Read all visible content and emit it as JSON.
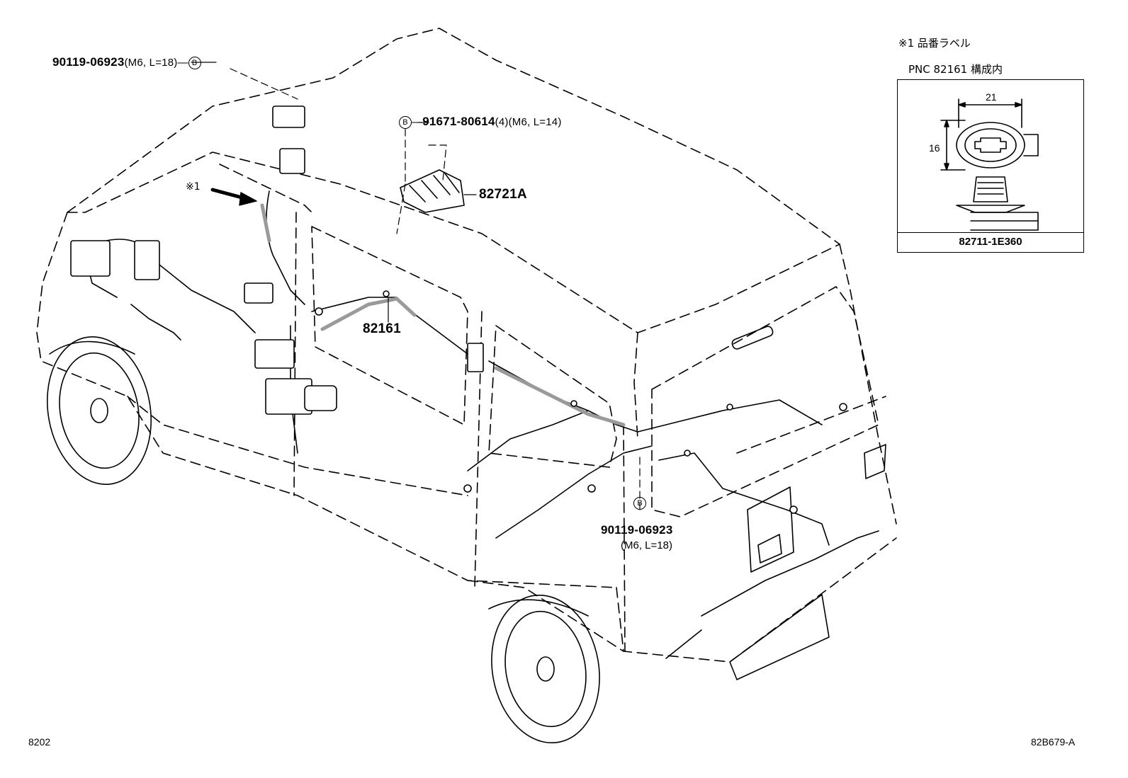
{
  "callouts": {
    "bolt_front": {
      "part": "90119-06923",
      "spec": "(M6, L=18)",
      "ref": "B"
    },
    "bolt_roof": {
      "ref": "B",
      "part": "91671-80614",
      "qty": "(4)",
      "spec": "(M6, L=14)"
    },
    "cover": {
      "part": "82721A"
    },
    "harness": {
      "part": "82161"
    },
    "bolt_rear": {
      "ref": "B",
      "part": "90119-06923",
      "spec": "(M6, L=18)"
    },
    "label_marker": "※1"
  },
  "legend": {
    "title": "※1  品番ラベル",
    "subtitle": "PNC 82161 構成内",
    "dim_width": "21",
    "dim_height": "16",
    "part": "82711-1E360"
  },
  "footer": {
    "left_code": "8202",
    "right_code": "82B679-A"
  },
  "colors": {
    "line": "#000000",
    "harness_fill": "#d0d0d0",
    "background": "#ffffff"
  }
}
